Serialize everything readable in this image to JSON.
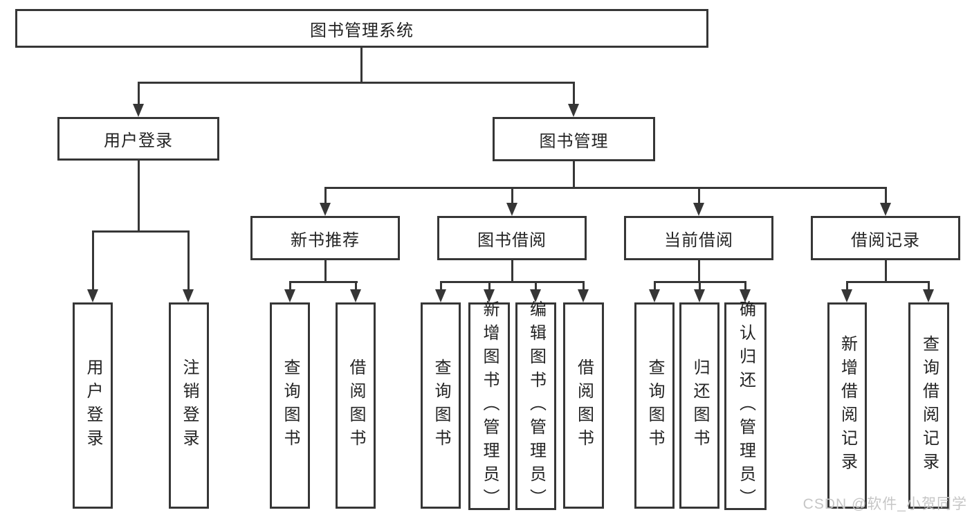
{
  "diagram": {
    "title": "图书管理系统"
  },
  "root": {
    "label": "图书管理系统"
  },
  "level2": {
    "user_login": "用户登录",
    "book_management": "图书管理"
  },
  "level3": {
    "new_book_recommend": "新书推荐",
    "book_borrow": "图书借阅",
    "current_borrow": "当前借阅",
    "borrow_records": "借阅记录"
  },
  "leaves": {
    "login_user_login": "用户登录",
    "login_logout": "注销登录",
    "recommend_query_books": "查询图书",
    "recommend_borrow_books": "借阅图书",
    "borrow_query_books": "查询图书",
    "borrow_add_books_admin": "新增图书（管理员）",
    "borrow_edit_books_admin": "编辑图书（管理员）",
    "borrow_borrow_books": "借阅图书",
    "current_query_books": "查询图书",
    "current_return_books": "归还图书",
    "current_confirm_return_admin": "确认归还（管理员）",
    "records_add_borrow_record": "新增借阅记录",
    "records_query_borrow_record": "查询借阅记录"
  },
  "watermark": "CSDN @软件_小贺同学",
  "colors": {
    "line": "#363636",
    "text": "#232323",
    "watermark": "#c6c6c6",
    "background": "#ffffff"
  }
}
